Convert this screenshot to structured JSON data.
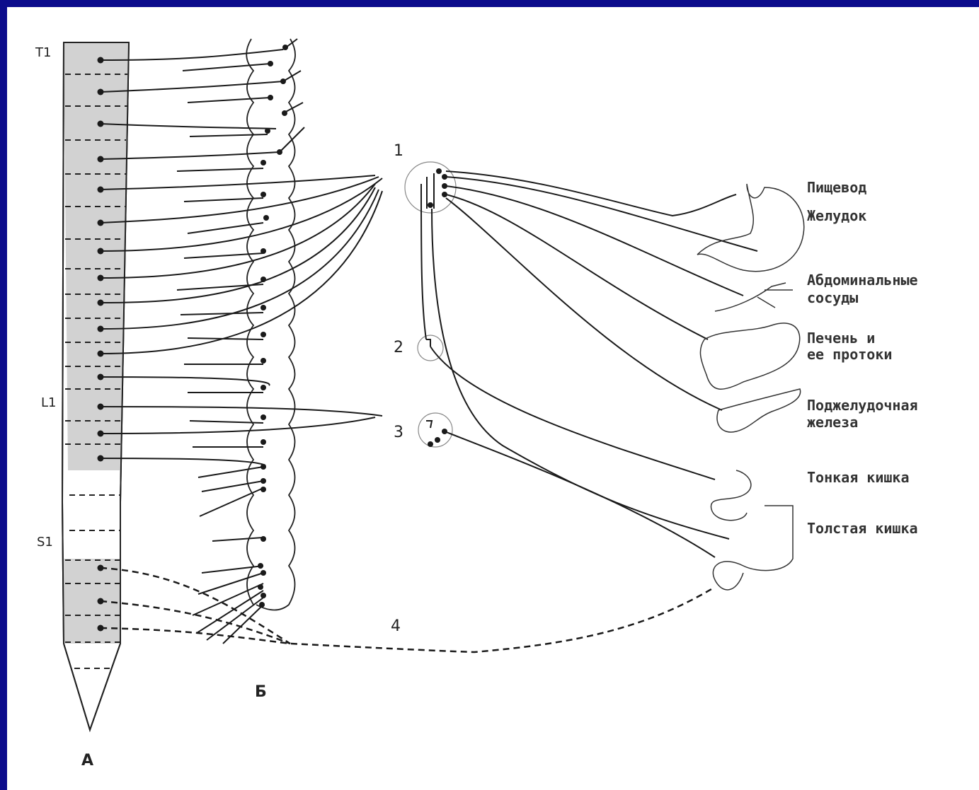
{
  "segment_labels": {
    "t1": "T1",
    "l1": "L1",
    "s1": "S1"
  },
  "panel_labels": {
    "a": "А",
    "b": "Б"
  },
  "ganglion_labels": {
    "g1": "1",
    "g2": "2",
    "g3": "3",
    "path4": "4"
  },
  "organs": {
    "esophagus": "Пищевод",
    "stomach": "Желудок",
    "abdominal_vessels_1": "Абдоминальные",
    "abdominal_vessels_2": "сосуды",
    "liver_1": "Печень и",
    "liver_2": "ее протоки",
    "pancreas_1": "Поджелудочная",
    "pancreas_2": "железа",
    "small_intestine": "Тонкая кишка",
    "large_intestine": "Толстая кишка"
  },
  "colors": {
    "frame": "#0c0c8c",
    "background": "#ffffff",
    "line": "#1a1a1a",
    "shaded_segments": "#d2d2d2"
  }
}
